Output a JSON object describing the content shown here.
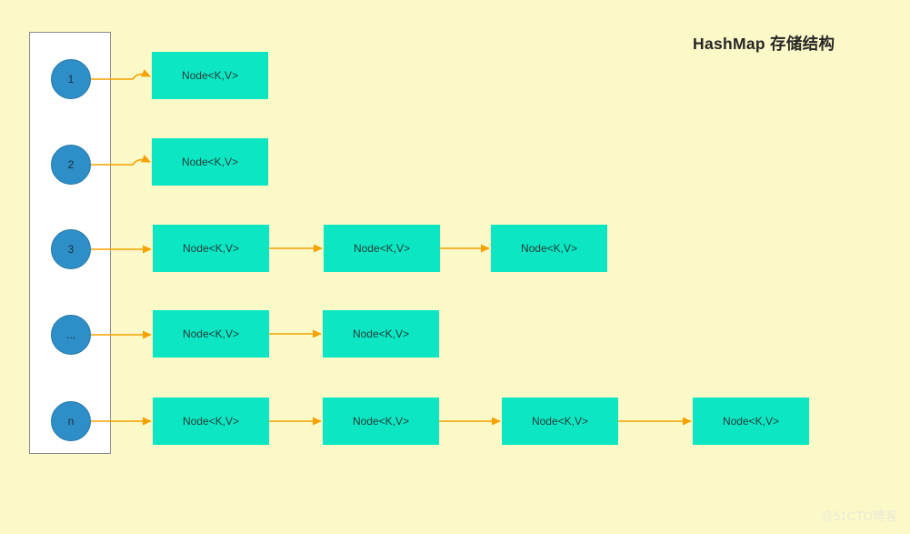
{
  "title": "HashMap 存储结构",
  "watermark": "@51CTO博客",
  "colors": {
    "background": "#FCF9C8",
    "array_box_fill": "#FFFFFF",
    "bucket_fill": "#2E8FC8",
    "node_fill": "#0CE6C2",
    "arrow": "#F5A100",
    "title_text": "#262626"
  },
  "buckets": [
    {
      "label": "1",
      "nodes": [
        "Node<K,V>"
      ]
    },
    {
      "label": "2",
      "nodes": [
        "Node<K,V>"
      ]
    },
    {
      "label": "3",
      "nodes": [
        "Node<K,V>",
        "Node<K,V>",
        "Node<K,V>"
      ]
    },
    {
      "label": "...",
      "nodes": [
        "Node<K,V>",
        "Node<K,V>"
      ]
    },
    {
      "label": "n",
      "nodes": [
        "Node<K,V>",
        "Node<K,V>",
        "Node<K,V>",
        "Node<K,V>"
      ]
    }
  ]
}
